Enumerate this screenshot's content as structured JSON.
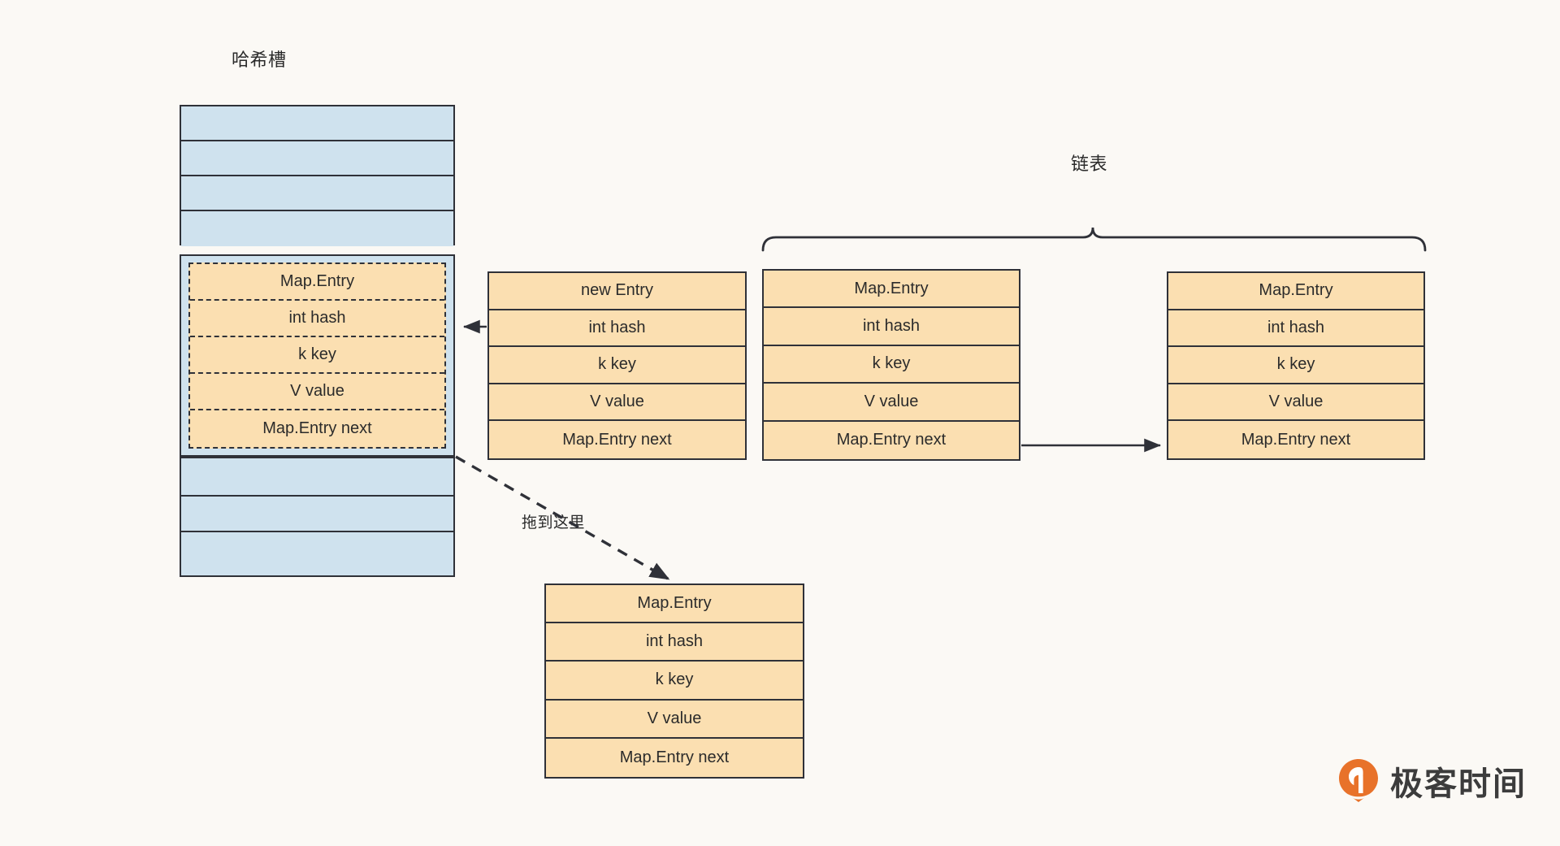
{
  "page": {
    "background_color": "#fbf9f5",
    "title_hash_slot": "哈希槽",
    "title_linked_list": "链表",
    "drag_hint": "拖到这里"
  },
  "palette": {
    "slot_fill": "#cfe2ee",
    "entry_fill": "#fbdfb1",
    "stroke": "#2f3138",
    "logo_orange": "#e8722a",
    "text": "#2b2b2b"
  },
  "hash_slot": {
    "label": "哈希槽",
    "empty_cells_above": 4,
    "empty_cells_below": 3,
    "occupied_cell_index": 4,
    "embedded_entry": {
      "style": "dashed",
      "rows": [
        "Map.Entry",
        "int hash",
        "k key",
        "V value",
        "Map.Entry next"
      ]
    }
  },
  "boxes": {
    "new_entry": {
      "name": "new-entry-box",
      "rows": [
        "new Entry",
        "int hash",
        "k key",
        "V value",
        "Map.Entry next"
      ]
    },
    "list_head": {
      "name": "list-head-entry-box",
      "rows": [
        "Map.Entry",
        "int hash",
        "k key",
        "V value",
        "Map.Entry next"
      ]
    },
    "list_tail": {
      "name": "list-tail-entry-box",
      "rows": [
        "Map.Entry",
        "int hash",
        "k key",
        "V value",
        "Map.Entry next"
      ]
    },
    "dragged": {
      "name": "dragged-entry-box",
      "rows": [
        "Map.Entry",
        "int hash",
        "k key",
        "V value",
        "Map.Entry next"
      ]
    }
  },
  "connectors": [
    {
      "name": "new-entry-to-slot-arrow",
      "style": "solid",
      "from": "new-entry-box",
      "to": "hash-slot-occupied-cell"
    },
    {
      "name": "list-head-to-tail-arrow",
      "style": "solid",
      "from": "list-head-entry-box",
      "to": "list-tail-entry-box"
    },
    {
      "name": "drag-to-here-arrow",
      "style": "dashed",
      "label": "拖到这里",
      "from": "hash-slot-embedded-entry",
      "to": "dragged-entry-box"
    },
    {
      "name": "linked-list-brace",
      "style": "curly-brace",
      "label": "链表"
    }
  ],
  "logo": {
    "text": "极客时间",
    "icon": "geektime-mark-icon"
  }
}
